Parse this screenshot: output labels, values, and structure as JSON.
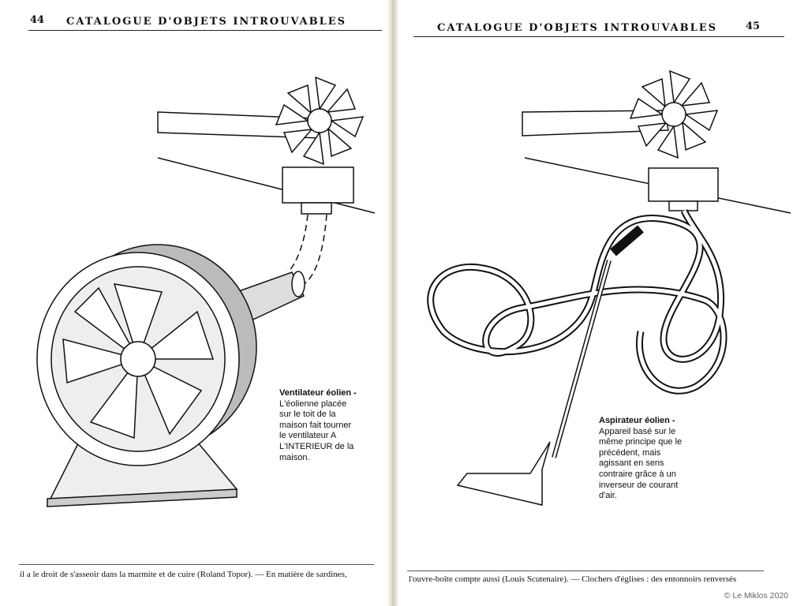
{
  "left_page": {
    "page_number": "44",
    "running_head": "CATALOGUE D'OBJETS INTROUVABLES",
    "caption_title": "Ventilateur éolien -",
    "caption_text": "L'éolienne placée sur le toit de la maison fait tourner le ventilateur A L'INTERIEUR de la maison.",
    "footer": "il a le droit de s'asseoir dans la marmite et de cuire (Roland Topor). — En matière de sardines,"
  },
  "right_page": {
    "page_number": "45",
    "running_head": "CATALOGUE D'OBJETS INTROUVABLES",
    "caption_title": "Aspirateur éolien -",
    "caption_text": "Appareil basé sur le même principe que le précédent, mais agissant en sens contraire grâce à un inverseur de courant d'air.",
    "footer": "l'ouvre-boîte compte aussi (Louis Scutenaire). — Clochers d'églises : des entonnoirs renversés"
  },
  "credit": "© Le Miklos 2020"
}
